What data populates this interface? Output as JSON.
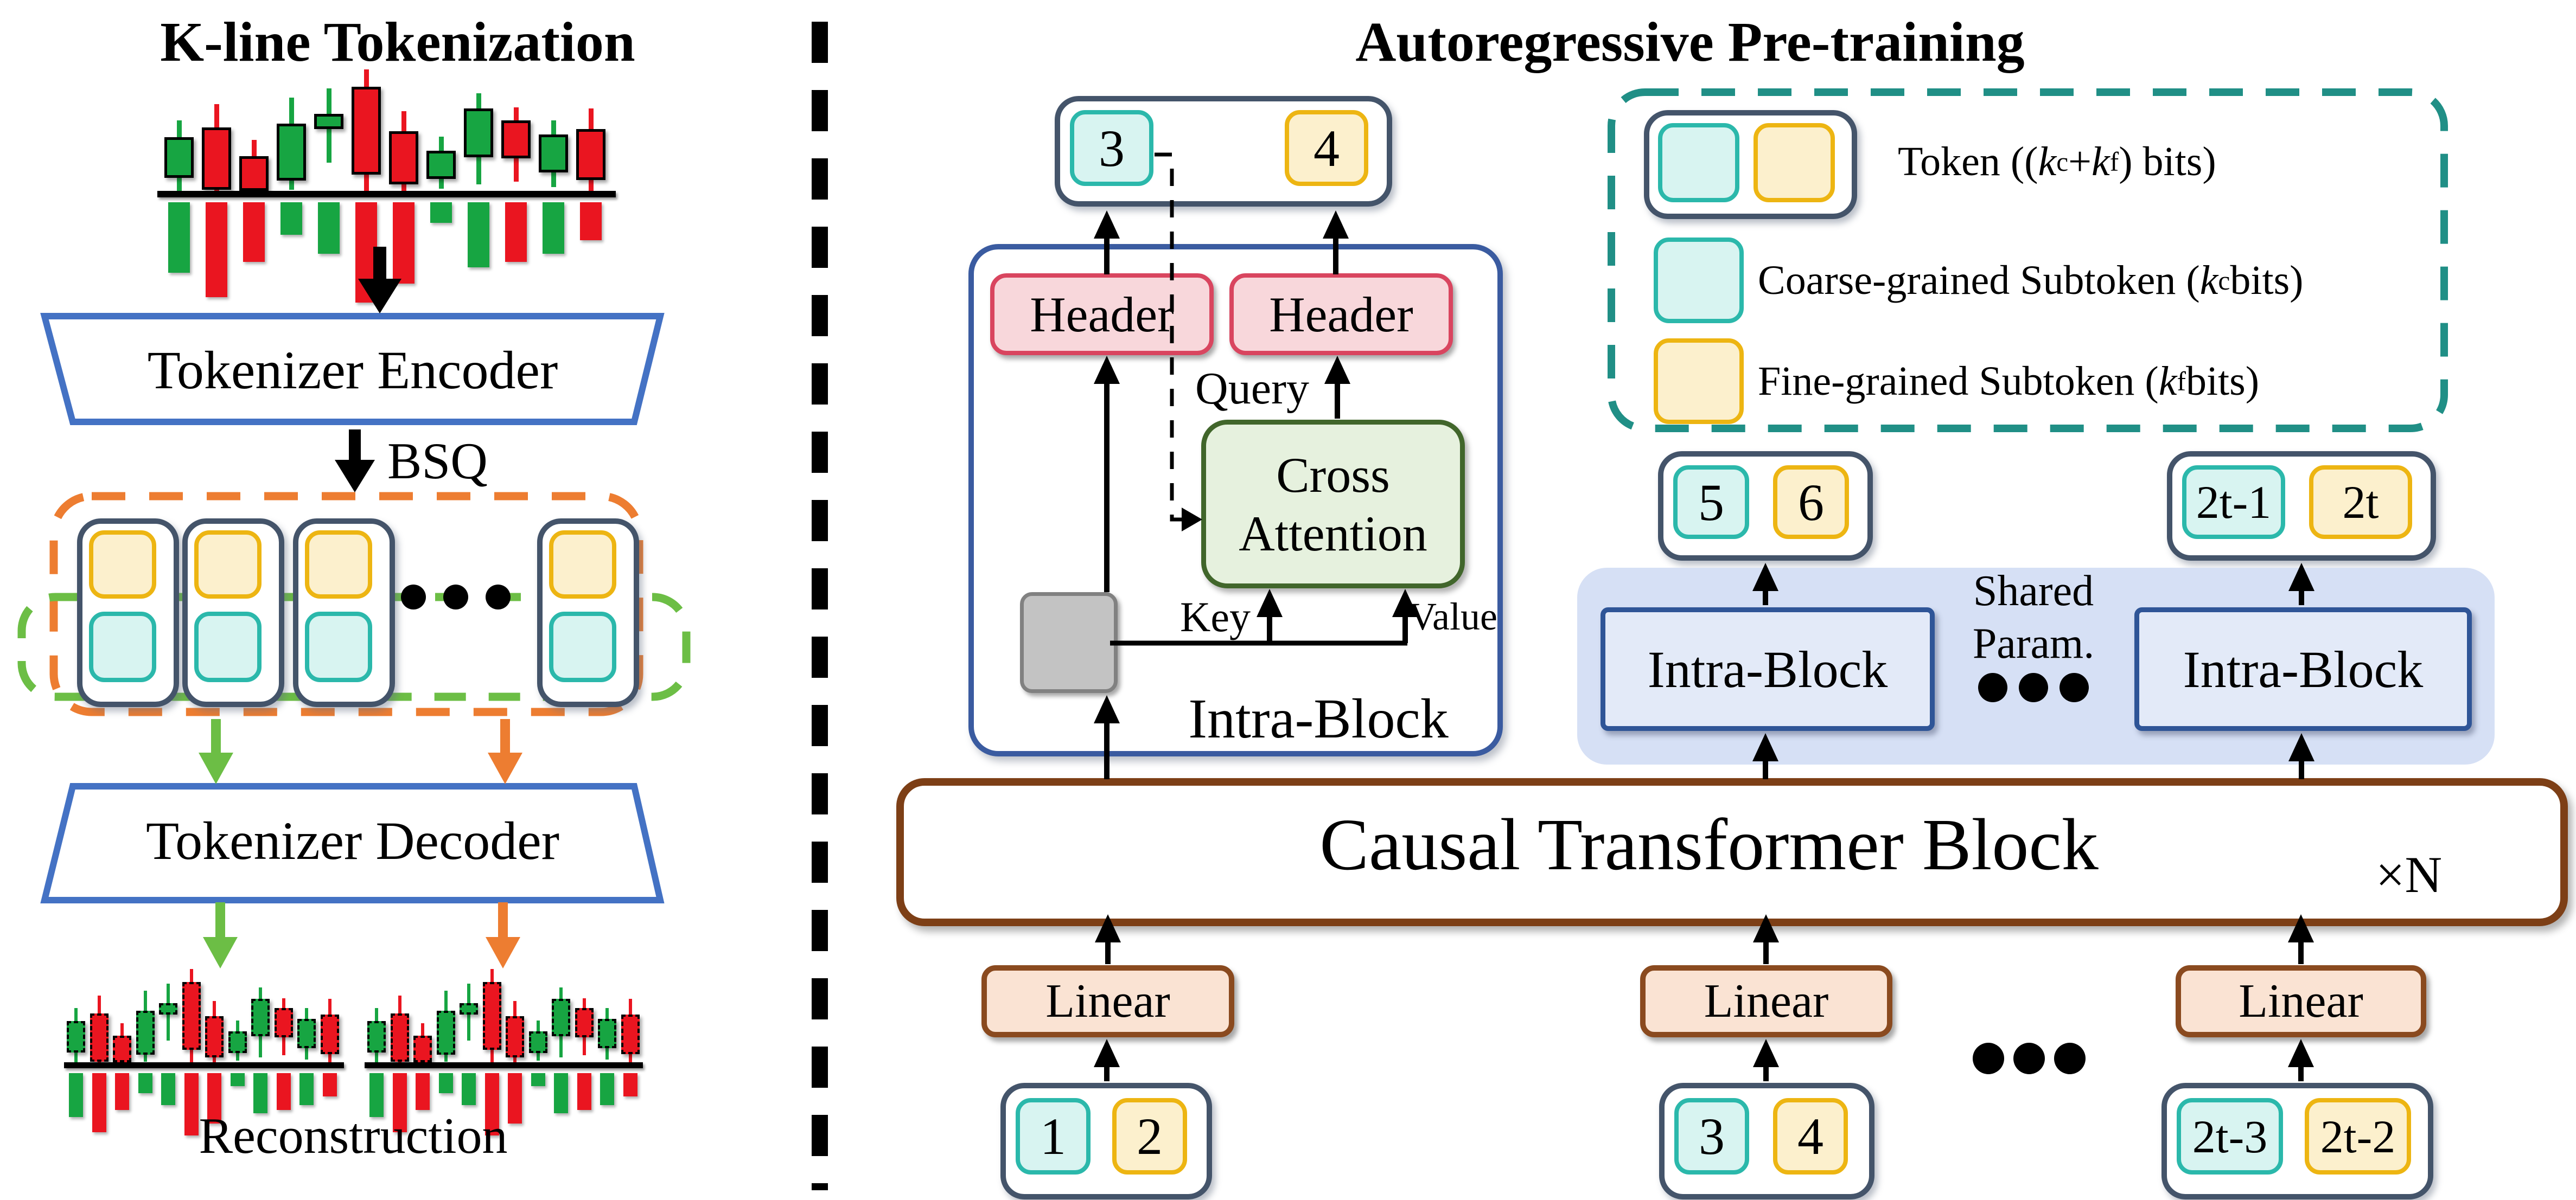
{
  "left_panel": {
    "title": "K-line Tokenization",
    "encoder_label": "Tokenizer Encoder",
    "bsq_label": "BSQ",
    "decoder_label": "Tokenizer Decoder",
    "reconstruction_label": "Reconstruction",
    "kline": {
      "type": "candlestick",
      "candles": [
        {
          "color": "green",
          "body": [
            253,
            328
          ],
          "wick": [
            222,
            352
          ]
        },
        {
          "color": "red",
          "body": [
            235,
            350
          ],
          "wick": [
            192,
            352
          ]
        },
        {
          "color": "red",
          "body": [
            288,
            352
          ],
          "wick": [
            258,
            352
          ]
        },
        {
          "color": "green",
          "body": [
            228,
            333
          ],
          "wick": [
            180,
            350
          ]
        },
        {
          "color": "green",
          "body": [
            210,
            238
          ],
          "wick": [
            163,
            300
          ]
        },
        {
          "color": "red",
          "body": [
            160,
            322
          ],
          "wick": [
            128,
            352
          ]
        },
        {
          "color": "red",
          "body": [
            242,
            340
          ],
          "wick": [
            205,
            352
          ]
        },
        {
          "color": "green",
          "body": [
            278,
            330
          ],
          "wick": [
            252,
            348
          ]
        },
        {
          "color": "green",
          "body": [
            200,
            290
          ],
          "wick": [
            172,
            340
          ]
        },
        {
          "color": "red",
          "body": [
            222,
            292
          ],
          "wick": [
            198,
            335
          ]
        },
        {
          "color": "green",
          "body": [
            248,
            318
          ],
          "wick": [
            222,
            345
          ]
        },
        {
          "color": "red",
          "body": [
            238,
            332
          ],
          "wick": [
            200,
            352
          ]
        }
      ],
      "volumes": [
        130,
        175,
        110,
        60,
        95,
        185,
        150,
        38,
        120,
        110,
        95,
        70
      ]
    }
  },
  "right_panel": {
    "title": "Autoregressive Pre-training",
    "output_token": {
      "coarse": "3",
      "fine": "4"
    },
    "intra_detail": {
      "header1": "Header",
      "header2": "Header",
      "query": "Query",
      "cross_attention_line1": "Cross",
      "cross_attention_line2": "Attention",
      "key": "Key",
      "value": "Value",
      "label": "Intra-Block"
    },
    "legend": {
      "token_label": "Token ((k_c + k_f) bits)",
      "coarse_label": "Coarse-grained Subtoken (k_c bits)",
      "fine_label": "Fine-grained Subtoken (k_f bits)"
    },
    "shared_param_line1": "Shared",
    "shared_param_line2": "Param.",
    "intra_block1": "Intra-Block",
    "intra_block2": "Intra-Block",
    "causal_label": "Causal Transformer Block",
    "xn_label": "×N",
    "linear1": "Linear",
    "linear2": "Linear",
    "linear3": "Linear",
    "top_token1": {
      "coarse": "5",
      "fine": "6"
    },
    "top_token2": {
      "coarse": "2t-1",
      "fine": "2t"
    },
    "bottom_token1": {
      "coarse": "1",
      "fine": "2"
    },
    "bottom_token2": {
      "coarse": "3",
      "fine": "4"
    },
    "bottom_token3": {
      "coarse": "2t-3",
      "fine": "2t-2"
    }
  },
  "colors": {
    "pair_border": "#44546A",
    "coarse_fill": "#D8F4F1",
    "coarse_border": "#2BB8AB",
    "fine_fill": "#FCF0CD",
    "fine_border": "#EDB512",
    "header_fill": "#F8D7DB",
    "header_border": "#D9455F",
    "cross_fill": "#E6F1DE",
    "cross_border": "#41662B",
    "gray_fill": "#C3C3C3",
    "intra_border": "#2F5597",
    "causal_border": "#7D3F16",
    "linear_fill": "#FAE3D3",
    "linear_border": "#8A4A1F",
    "container_fill": "#D6E0F5",
    "legend_border": "#208F86",
    "orange": "#ED7D31",
    "green": "#6CBE45",
    "blue": "#4472C4",
    "candle_green": "#17A542",
    "candle_red": "#EA1520"
  }
}
